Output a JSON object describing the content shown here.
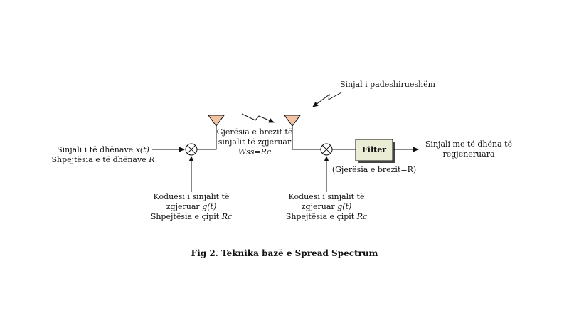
{
  "input_label": {
    "line1": "Sinjali i të dhënave ",
    "line1_var": "x(t)",
    "line2": "Shpejtësia e të dhënave ",
    "line2_var": "R"
  },
  "code_left": {
    "line1": "Koduesi i sinjalit të",
    "line2": "zgjeruar ",
    "line2_var": "g(t)",
    "line3": "Shpejtësia e çipit ",
    "line3_var": "Rc"
  },
  "code_right": {
    "line1": "Koduesi i sinjalit të",
    "line2": "zgjeruar ",
    "line2_var": "g(t)",
    "line3": "Shpejtësia e çipit ",
    "line3_var": "Rc"
  },
  "bandwidth": {
    "line1": "Gjerësia e brezit të",
    "line2": "sinjalit të zgjeruar",
    "line3": "Wss=Rc"
  },
  "interference_label": "Sinjal i padeshirueshëm",
  "filter": {
    "label": "Filter",
    "bandwidth": "(Gjerësia e brezit=R)"
  },
  "output_label": {
    "line1": "Sinjali me të dhëna të",
    "line2": "regjeneruara"
  },
  "caption": "Fig 2. Teknika bazë e Spread Spectrum",
  "colors": {
    "antenna": "#f4c3a4",
    "filter_fill": "#eaedd4",
    "line": "#111111"
  }
}
